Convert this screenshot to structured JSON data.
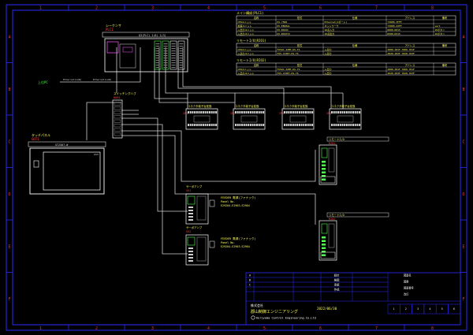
{
  "frame": {
    "col_labels": [
      "1",
      "2",
      "3",
      "4",
      "5",
      "6",
      "7",
      "8"
    ],
    "row_labels": [
      "A",
      "B",
      "C",
      "D",
      "E",
      "F"
    ]
  },
  "plc": {
    "label": "シーケンサ",
    "id": "PLC1",
    "unit_header": "Q3(PLC) 1(8) 1(3)"
  },
  "hmi": {
    "label": "タッチパネル",
    "id": "GOT1",
    "screen_header": "GT2507-W",
    "sub": "GT2l"
  },
  "hub": {
    "label": "スイッチングハブ",
    "id": "HUB1"
  },
  "ethernet_labels": [
    "Ethernet(LAN)",
    "Ethernet(LAN)"
  ],
  "pc_label": "上位PC",
  "io_blocks": [
    {
      "label": "コネクタ端子台変換",
      "id": "IF1"
    },
    {
      "label": "コネクタ端子台変換",
      "id": "IF2"
    },
    {
      "label": "コネクタ端子台変換",
      "id": "IF3"
    },
    {
      "label": "コネクタ端子台変換",
      "id": "IF4"
    }
  ],
  "remote_io": [
    {
      "label": "リモートI/O",
      "id": "RIO1"
    },
    {
      "label": "リモートI/O",
      "id": "RIO2"
    }
  ],
  "servos": [
    {
      "label": "サーボアンプ",
      "id": "SV1",
      "note1": "FEEDER 電源(ファナック)",
      "note2": "Panel No.",
      "note3": "E29204-E2903-E2904"
    },
    {
      "label": "サーボアンプ",
      "id": "SV2",
      "note1": "FEEDER 電源(ファナック)",
      "note2": "Panel No.",
      "note3": "E29204-E2903-E2904"
    }
  ],
  "tables": [
    {
      "title": "メイン構成(PLC1)",
      "headers": [
        "名称",
        "形式",
        "仕様",
        "アドレス",
        "備考"
      ],
      "rows": [
        [
          "CPUユニット",
          "KV-7500",
          "Ethernet(1ポート)",
          "Y3000-3FFF",
          ""
        ],
        [
          "拡張ユニット",
          "KV-EB40AL",
          "ネットワーク",
          "Y3000-43FF",
          "ver1"
        ],
        [
          "入出力ユニット",
          "KV-B16XC",
          "16点入力",
          "R000-R015",
          "16ボタン"
        ],
        [
          "入出力ユニット",
          "KV-B16XT2",
          "16点出力",
          "R500-R515",
          "16ボタン"
        ]
      ]
    },
    {
      "title": "リモートI/O(RIO1)",
      "headers": [
        "名称",
        "形式",
        "仕様",
        "アドレス",
        "備考"
      ],
      "rows": [
        [
          "CPUユニット",
          "FX5UC-32MT-DS-TS",
          "入出力",
          "X000-X01F Y000-Y01F",
          ""
        ],
        [
          "入出力ユニット",
          "FX5-C32ET-DS-TS",
          "入出力",
          "X020-X03F Y020-Y03F",
          ""
        ]
      ]
    },
    {
      "title": "リモートI/O(RIO2)",
      "headers": [
        "名称",
        "形式",
        "仕様",
        "アドレス",
        "備考"
      ],
      "rows": [
        [
          "CPUユニット",
          "FX5UC-32MT-DS-TS",
          "入出力",
          "X000-X01F Y000-Y01F",
          ""
        ],
        [
          "入出力ユニット",
          "FX5-C32ET-DS-TS",
          "入出力",
          "X020-X03F Y020-Y03F",
          ""
        ]
      ]
    }
  ],
  "title_block": {
    "company": "株式会社",
    "company_jp": "郡山制御エンジニアリング",
    "company_en": "Koriyama Control Engineering.Co.Ltd",
    "date": "2022/06/30",
    "fields": [
      "設計",
      "検図",
      "承認",
      "作成"
    ],
    "right_fields": [
      "図面名",
      "図番",
      "図面番号",
      "改訂"
    ],
    "rev_cols": [
      "1",
      "2",
      "3",
      "4",
      "5",
      "6"
    ],
    "marks": [
      "A",
      "B",
      "C"
    ]
  }
}
